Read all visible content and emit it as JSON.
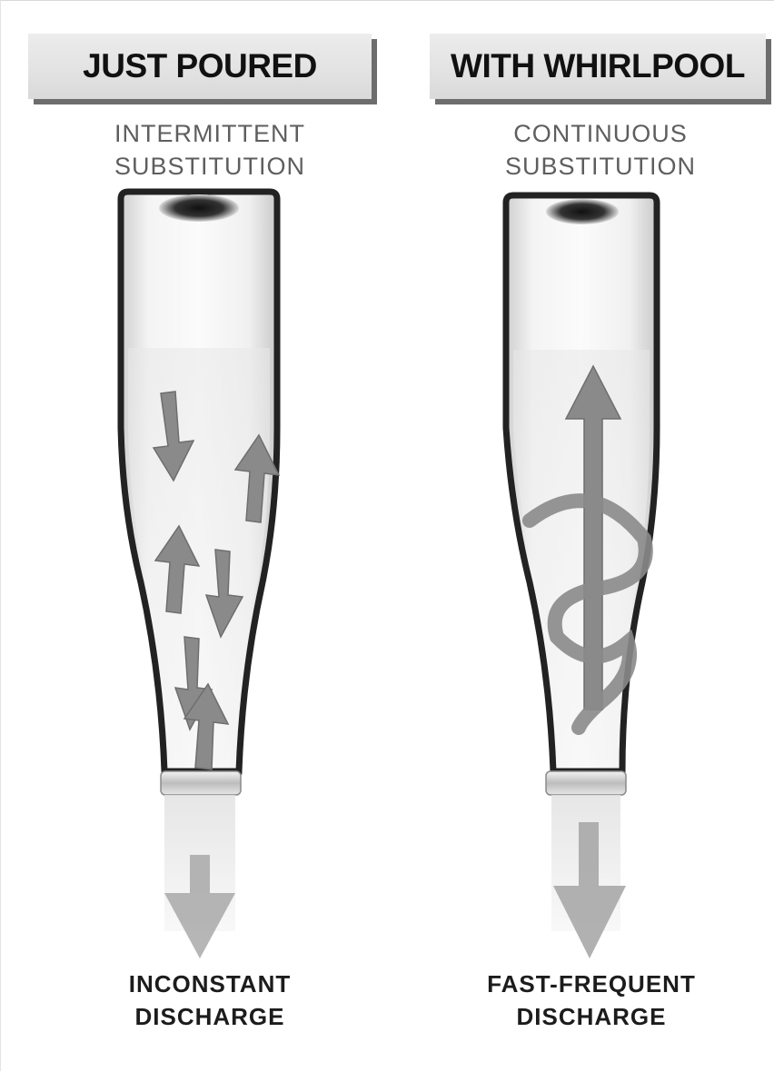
{
  "left": {
    "title": "JUST POURED",
    "subtitle": [
      "INTERMITTENT",
      "SUBSTITUTION"
    ],
    "caption": [
      "INCONSTANT",
      "DISCHARGE"
    ]
  },
  "right": {
    "title": "WITH WHIRLPOOL",
    "subtitle": [
      "CONTINUOUS",
      "SUBSTITUTION"
    ],
    "caption": [
      "FAST-FREQUENT",
      "DISCHARGE"
    ]
  },
  "colors": {
    "arrow": "#8a8a8a",
    "glass": "#2a2a2a",
    "banner_shadow": "#6d6d6d"
  }
}
